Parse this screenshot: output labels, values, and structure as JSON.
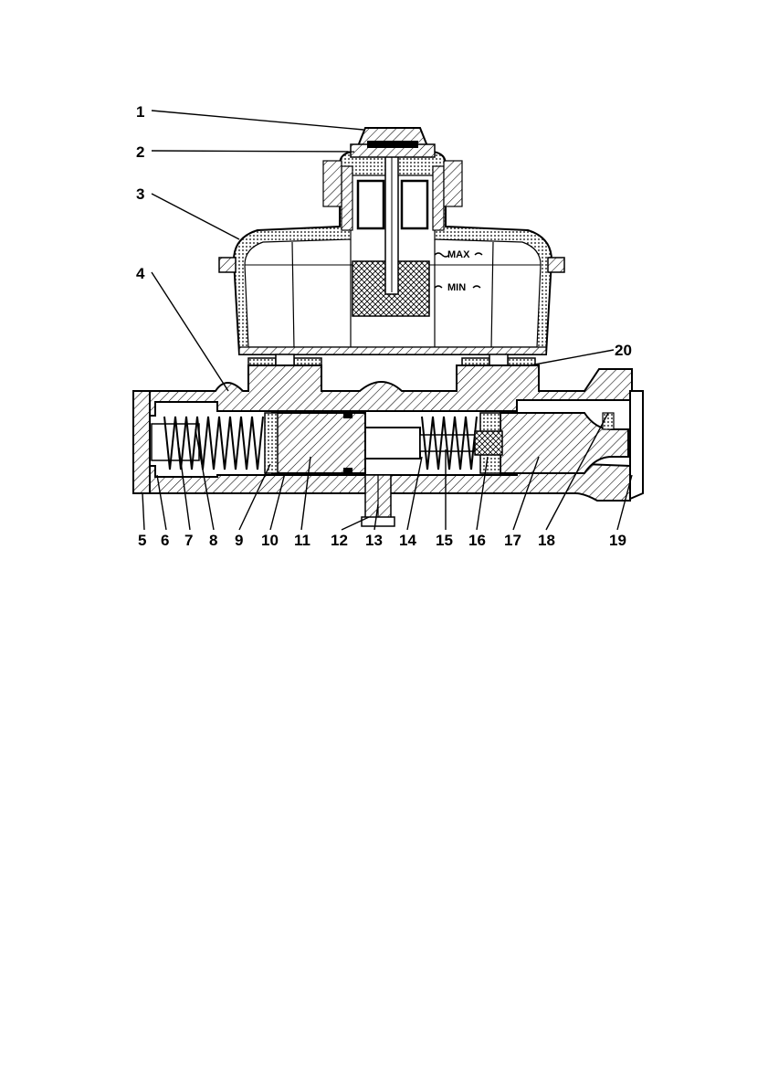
{
  "callouts": {
    "top": [
      "1",
      "2",
      "3",
      "4"
    ],
    "right": "20",
    "bottom": [
      "5",
      "6",
      "7",
      "8",
      "9",
      "10",
      "11",
      "12",
      "13",
      "14",
      "15",
      "16",
      "17",
      "18",
      "19"
    ]
  },
  "level_marks": {
    "max": "MAX",
    "min": "MIN"
  }
}
